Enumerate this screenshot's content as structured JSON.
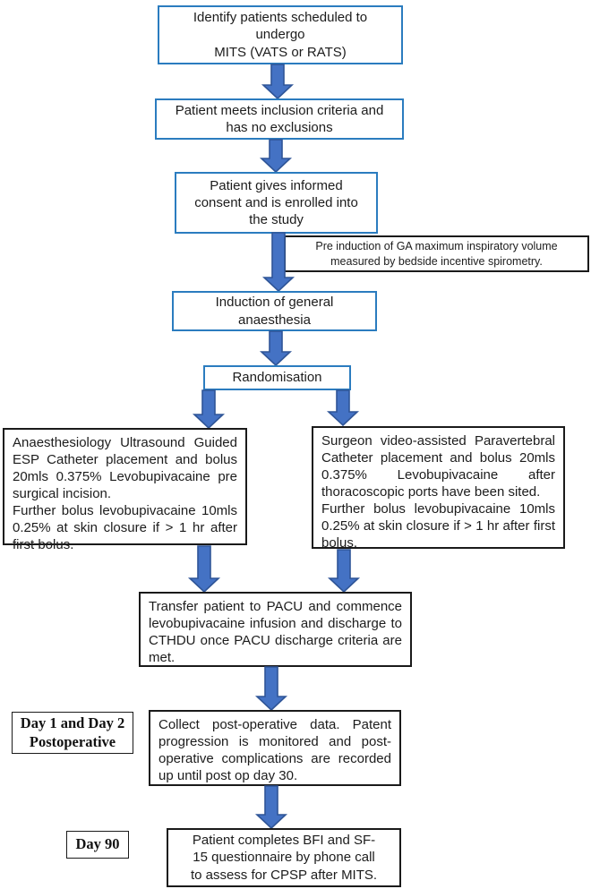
{
  "flowchart": {
    "colors": {
      "blue_border": "#2b7cbf",
      "arrow_fill": "#4472c4",
      "arrow_stroke": "#2f5597",
      "black_border": "#1a1a1a",
      "text": "#1c1c1c"
    },
    "nodes": {
      "identify": {
        "text": "Identify patients scheduled to\nundergo\nMITS (VATS or RATS)"
      },
      "inclusion": {
        "text": "Patient meets inclusion criteria and\nhas no exclusions"
      },
      "consent": {
        "text": "Patient gives informed\nconsent and is enrolled into\nthe study"
      },
      "spirometry_note": {
        "text": "Pre induction of GA maximum inspiratory volume\nmeasured by bedside incentive spirometry."
      },
      "induction": {
        "text": "Induction of general\nanaesthesia"
      },
      "randomisation": {
        "text": "Randomisation"
      },
      "esp_arm": {
        "text": "Anaesthesiology Ultrasound Guided ESP Catheter placement and bolus 20mls 0.375% Levobupivacaine pre surgical incision.\nFurther bolus levobupivacaine 10mls 0.25% at skin closure if > 1 hr after first bolus."
      },
      "paravertebral_arm": {
        "text": "Surgeon video-assisted Paravertebral Catheter placement and bolus 20mls 0.375% Levobupivacaine after thoracoscopic ports have been sited.\nFurther bolus levobupivacaine 10mls 0.25% at skin closure if > 1 hr after first bolus."
      },
      "pacu": {
        "text": "Transfer patient to PACU and commence levobupivacaine infusion and discharge to CTHDU once PACU discharge criteria are met."
      },
      "postop": {
        "text": "Collect post-operative data. Patent progression is monitored and post-operative complications are recorded up until post op day 30."
      },
      "followup": {
        "text": "Patient completes BFI and SF-\n15 questionnaire by phone call\nto assess for CPSP after MITS."
      }
    },
    "labels": {
      "day12": {
        "text": "Day 1 and Day 2\nPostoperative"
      },
      "day90": {
        "text": "Day 90"
      }
    }
  }
}
